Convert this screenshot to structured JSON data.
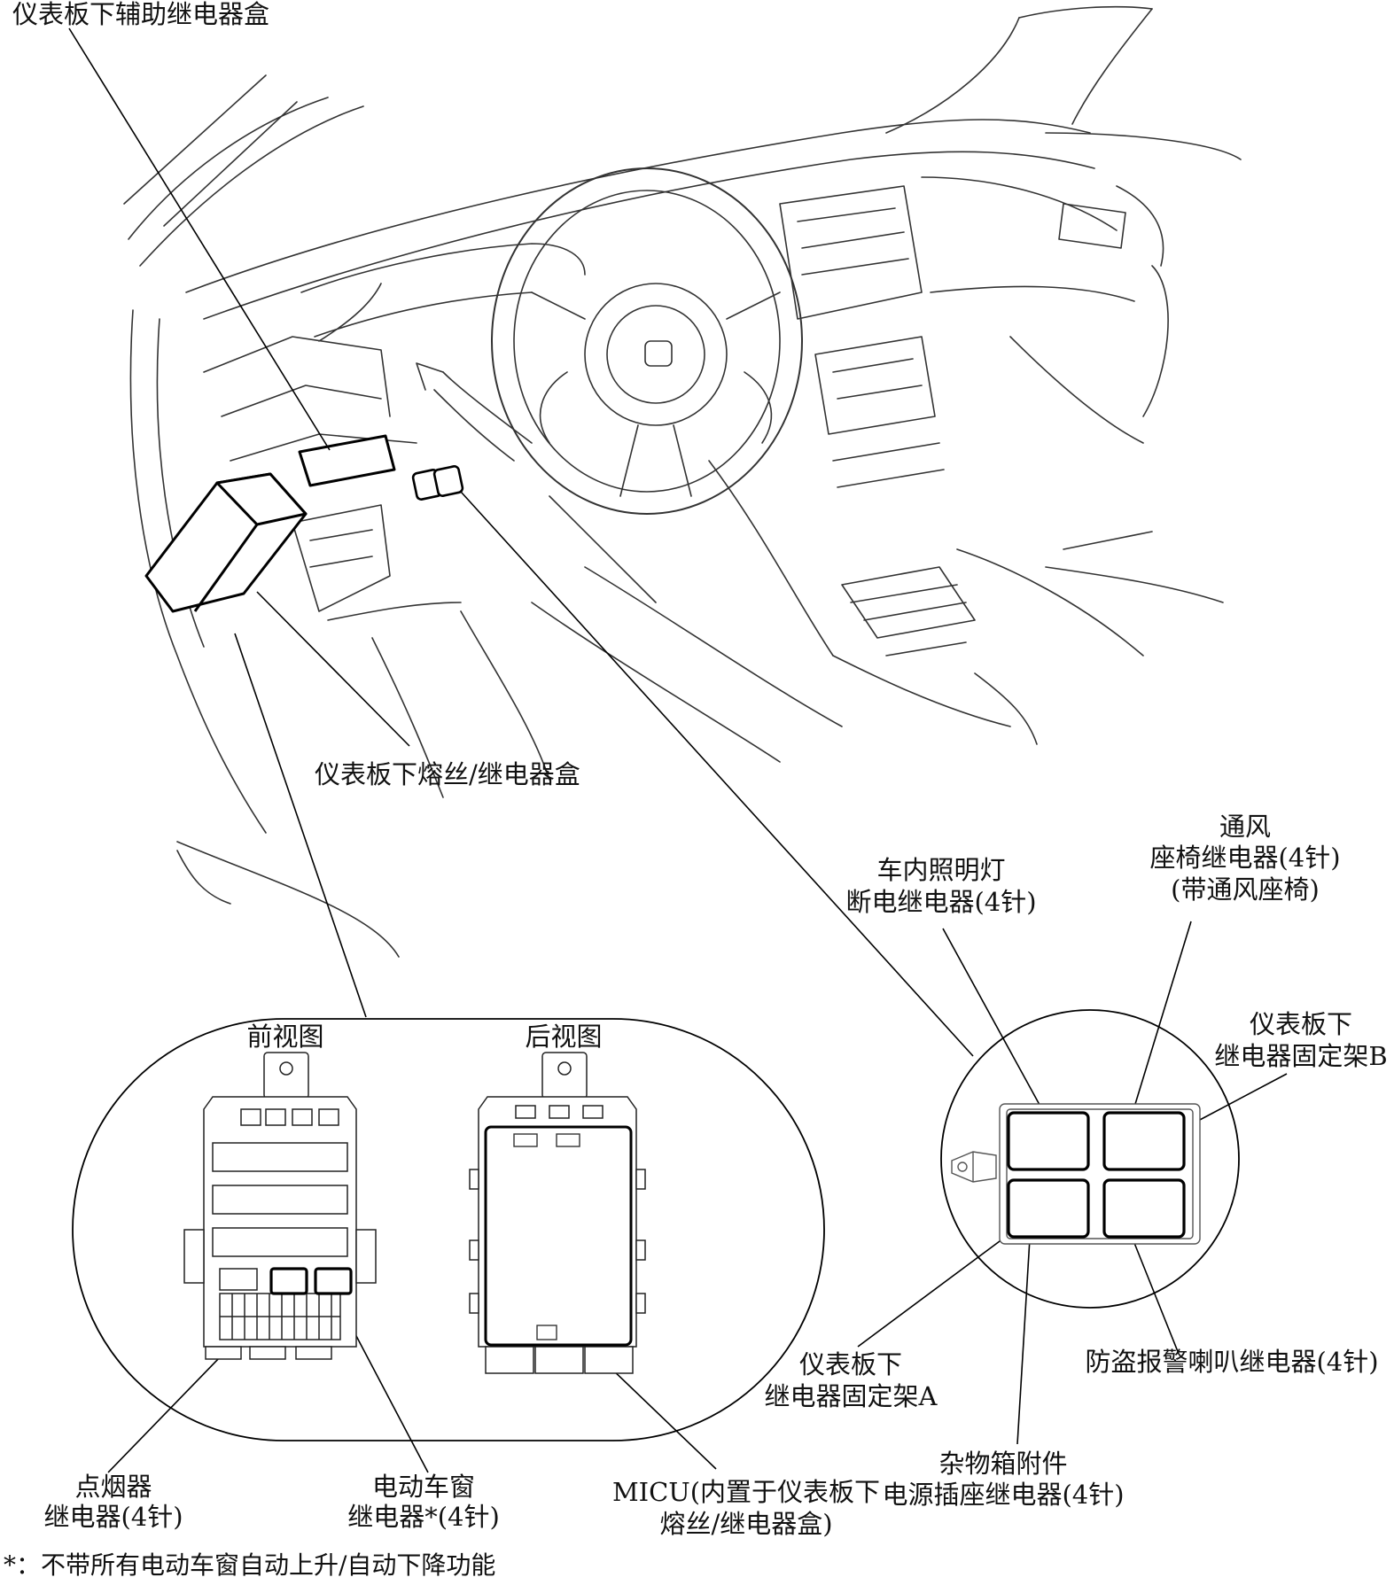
{
  "callouts": {
    "aux_relay_box": "仪表板下辅助继电器盒",
    "fuse_relay_box": "仪表板下熔丝/继电器盒",
    "ventilation_line1": "通风",
    "ventilation_line2": "座椅继电器(4针)",
    "ventilation_line3": "(带通风座椅)",
    "interior_light_line1": "车内照明灯",
    "interior_light_line2": "断电继电器(4针)",
    "bracket_b_line1": "仪表板下",
    "bracket_b_line2": "继电器固定架B",
    "bracket_a_line1": "仪表板下",
    "bracket_a_line2": "继电器固定架A",
    "security_horn_relay": "防盗报警喇叭继电器(4针)",
    "glovebox_line1": "杂物箱附件",
    "glovebox_line2": "电源插座继电器(4针)",
    "cigar_line1": "点烟器",
    "cigar_line2": "继电器(4针)",
    "window_line1": "电动车窗",
    "window_line2": "继电器*(4针)",
    "micu_line1": "MICU(内置于仪表板下",
    "micu_line2": "熔丝/继电器盒)"
  },
  "views": {
    "front": "前视图",
    "rear": "后视图"
  },
  "footnote": "*：不带所有电动车窗自动上升/自动下降功能"
}
